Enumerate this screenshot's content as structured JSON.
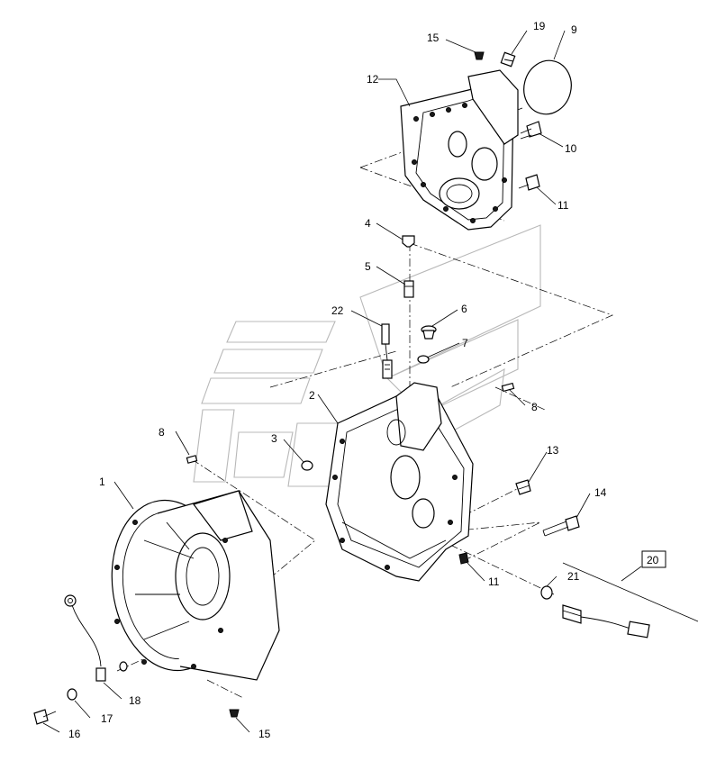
{
  "diagram": {
    "callouts": [
      {
        "id": "c15a",
        "label": "15"
      },
      {
        "id": "c19",
        "label": "19"
      },
      {
        "id": "c9",
        "label": "9"
      },
      {
        "id": "c12",
        "label": "12"
      },
      {
        "id": "c10",
        "label": "10"
      },
      {
        "id": "c11a",
        "label": "11"
      },
      {
        "id": "c4",
        "label": "4"
      },
      {
        "id": "c5",
        "label": "5"
      },
      {
        "id": "c22",
        "label": "22"
      },
      {
        "id": "c6",
        "label": "6"
      },
      {
        "id": "c7",
        "label": "7"
      },
      {
        "id": "c2",
        "label": "2"
      },
      {
        "id": "c8a",
        "label": "8"
      },
      {
        "id": "c8b",
        "label": "8"
      },
      {
        "id": "c3",
        "label": "3"
      },
      {
        "id": "c13",
        "label": "13"
      },
      {
        "id": "c1",
        "label": "1"
      },
      {
        "id": "c14",
        "label": "14"
      },
      {
        "id": "c20",
        "label": "20"
      },
      {
        "id": "c21",
        "label": "21"
      },
      {
        "id": "c11b",
        "label": "11"
      },
      {
        "id": "c18",
        "label": "18"
      },
      {
        "id": "c17",
        "label": "17"
      },
      {
        "id": "c16",
        "label": "16"
      },
      {
        "id": "c15b",
        "label": "15"
      }
    ]
  }
}
